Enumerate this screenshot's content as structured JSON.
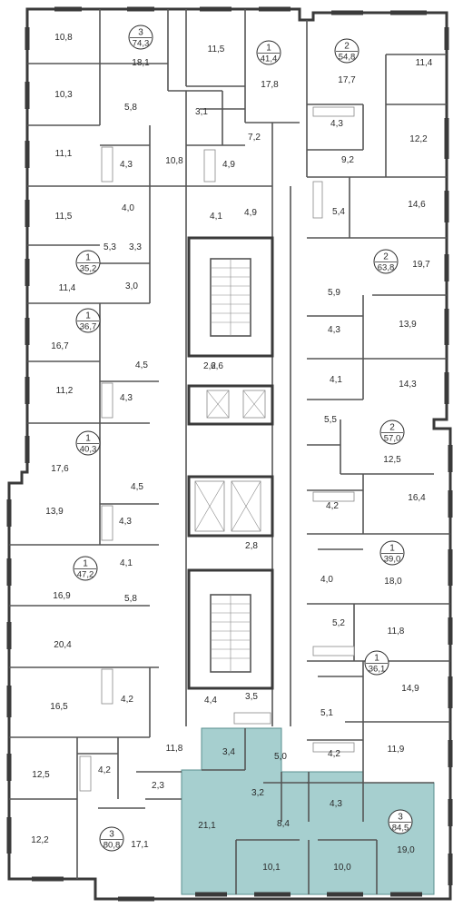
{
  "colors": {
    "highlight": "#a6cfcf",
    "wall": "#3a3a3a",
    "background": "#ffffff"
  },
  "rooms": [
    {
      "label": "10,8"
    },
    {
      "label": "18,1"
    },
    {
      "label": "11,5"
    },
    {
      "label": "17,8"
    },
    {
      "label": "17,7"
    },
    {
      "label": "11,4"
    },
    {
      "label": "10,3"
    },
    {
      "label": "5,8"
    },
    {
      "label": "3,1"
    },
    {
      "label": "4,3"
    },
    {
      "label": "12,2"
    },
    {
      "label": "7,2"
    },
    {
      "label": "11,1"
    },
    {
      "label": "4,3"
    },
    {
      "label": "10,8"
    },
    {
      "label": "4,9"
    },
    {
      "label": "9,2"
    },
    {
      "label": "11,5"
    },
    {
      "label": "4,0"
    },
    {
      "label": "4,1"
    },
    {
      "label": "4,9"
    },
    {
      "label": "5,4"
    },
    {
      "label": "14,6"
    },
    {
      "label": "5,3"
    },
    {
      "label": "3,3"
    },
    {
      "label": "11,4"
    },
    {
      "label": "3,0"
    },
    {
      "label": "19,7"
    },
    {
      "label": "5,9"
    },
    {
      "label": "16,7"
    },
    {
      "label": "13,9"
    },
    {
      "label": "4,5"
    },
    {
      "label": "4,3"
    },
    {
      "label": "2,2"
    },
    {
      "label": "6,6"
    },
    {
      "label": "11,2"
    },
    {
      "label": "4,3"
    },
    {
      "label": "4,1"
    },
    {
      "label": "14,3"
    },
    {
      "label": "5,5"
    },
    {
      "label": "17,6"
    },
    {
      "label": "12,5"
    },
    {
      "label": "4,5"
    },
    {
      "label": "13,9"
    },
    {
      "label": "4,2"
    },
    {
      "label": "16,4"
    },
    {
      "label": "4,3"
    },
    {
      "label": "4,1"
    },
    {
      "label": "2,8"
    },
    {
      "label": "16,9"
    },
    {
      "label": "4,0"
    },
    {
      "label": "18,0"
    },
    {
      "label": "5,8"
    },
    {
      "label": "5,2"
    },
    {
      "label": "11,8"
    },
    {
      "label": "20,4"
    },
    {
      "label": "16,5"
    },
    {
      "label": "4,2"
    },
    {
      "label": "4,4"
    },
    {
      "label": "3,5"
    },
    {
      "label": "14,9"
    },
    {
      "label": "5,1"
    },
    {
      "label": "11,8"
    },
    {
      "label": "3,4"
    },
    {
      "label": "5,0"
    },
    {
      "label": "4,2"
    },
    {
      "label": "11,9"
    },
    {
      "label": "12,5"
    },
    {
      "label": "4,2"
    },
    {
      "label": "2,3"
    },
    {
      "label": "3,2"
    },
    {
      "label": "4,3"
    },
    {
      "label": "21,1"
    },
    {
      "label": "8,4"
    },
    {
      "label": "19,0"
    },
    {
      "label": "12,2"
    },
    {
      "label": "17,1"
    },
    {
      "label": "10,1"
    },
    {
      "label": "10,0"
    }
  ],
  "apartments": [
    {
      "rooms": "3",
      "area": "74,3"
    },
    {
      "rooms": "1",
      "area": "41,4"
    },
    {
      "rooms": "2",
      "area": "54,8"
    },
    {
      "rooms": "1",
      "area": "35,2"
    },
    {
      "rooms": "2",
      "area": "63,8"
    },
    {
      "rooms": "1",
      "area": "36,7"
    },
    {
      "rooms": "1",
      "area": "40,3"
    },
    {
      "rooms": "2",
      "area": "57,0"
    },
    {
      "rooms": "1",
      "area": "47,2"
    },
    {
      "rooms": "1",
      "area": "39,0"
    },
    {
      "rooms": "1",
      "area": "36,1"
    },
    {
      "rooms": "3",
      "area": "84,5"
    },
    {
      "rooms": "3",
      "area": "80,8"
    }
  ]
}
